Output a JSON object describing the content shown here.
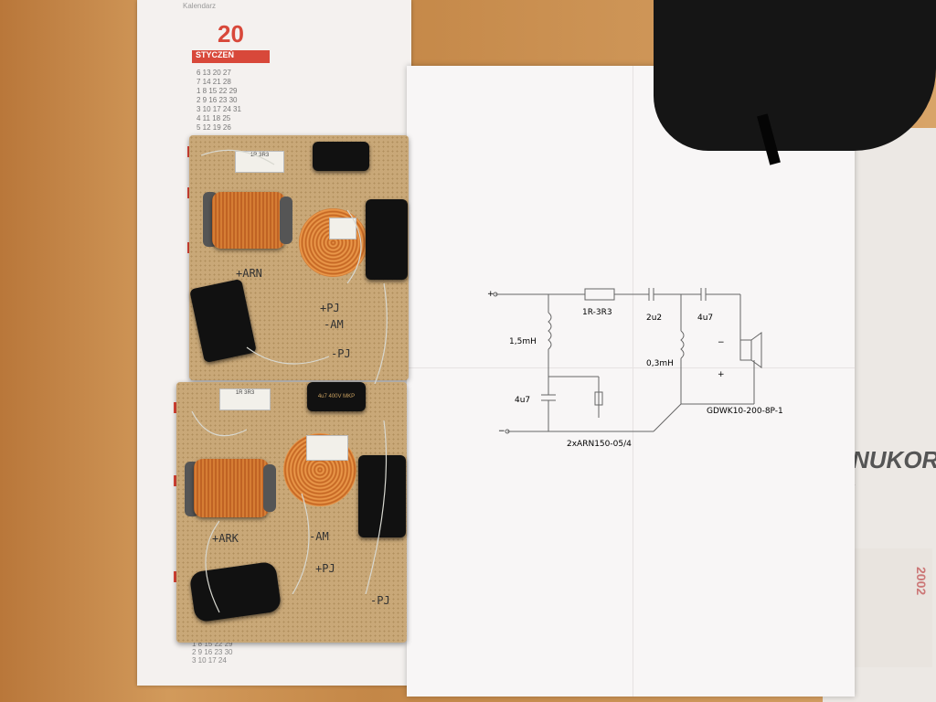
{
  "calendar": {
    "year_fragment": "20",
    "month": "STYCZEŃ",
    "header_text": "Kalendarz",
    "grid_rows": [
      "6 13 20 27",
      "7 14 21 28",
      "1 8 15 22 29",
      "2 9 16 23 30",
      "3 10 17 24 31",
      "4 11 18 25",
      "5 12 19 26"
    ],
    "bottom_rows": [
      "1 8 15 22 29",
      "2 9 16 23 30",
      "3 10 17 24"
    ]
  },
  "newspaper": {
    "brand": "NUKOR",
    "text": "...",
    "year": "2002"
  },
  "boards": {
    "top": {
      "resistor_label": "1R 3R3",
      "labels": [
        "+ARN",
        "+PJ",
        "-AM",
        "-PJ"
      ]
    },
    "bottom": {
      "resistor_label": "1R 3R3",
      "capacitor_label": "4u7 400V MKP",
      "labels": [
        "+ARK",
        "-AM",
        "+PJ",
        "-PJ"
      ]
    }
  },
  "schematic": {
    "labels": {
      "plus": "+",
      "resistor": "1R-3R3",
      "cap1": "2u2",
      "cap2": "4u7",
      "coil1": "1,5mH",
      "coil2": "0,3mH",
      "cap3": "4u7",
      "tweeter_plus": "+",
      "tweeter_minus": "−",
      "tweeter_model": "GDWK10-200-8P-1",
      "woofer_model": "2xARN150-05/4",
      "minus": "−"
    }
  },
  "colors": {
    "copper": "#d97b32",
    "cork": "#c9a878",
    "paper": "#f8f6f6",
    "calendar_red": "#d8483a"
  }
}
